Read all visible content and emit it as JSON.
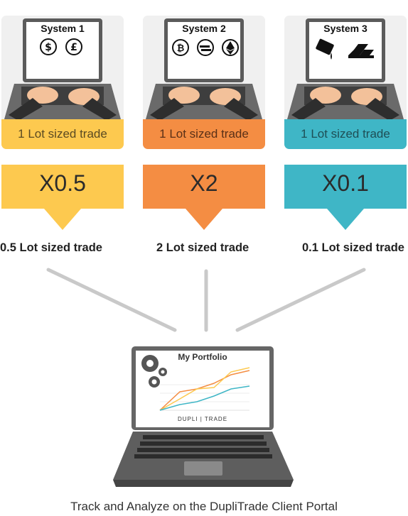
{
  "systems": [
    {
      "label": "System 1",
      "lot_label": "1 Lot sized trade",
      "multiplier": "X0.5",
      "result": "0.5 Lot sized trade",
      "icons": [
        "dollar-icon",
        "pound-icon"
      ],
      "color": "#fdc94f"
    },
    {
      "label": "System 2",
      "lot_label": "1 Lot sized trade",
      "multiplier": "X2",
      "result": "2 Lot sized trade",
      "icons": [
        "bitcoin-icon",
        "dash-icon",
        "ethereum-icon"
      ],
      "color": "#f48d43"
    },
    {
      "label": "System 3",
      "lot_label": "1 Lot sized trade",
      "multiplier": "X0.1",
      "result": "0.1 Lot sized trade",
      "icons": [
        "oil-barrel-icon",
        "gold-bars-icon"
      ],
      "color": "#3fb6c6"
    }
  ],
  "portfolio": {
    "title": "My Portfolio",
    "brand": "DUPLI | TRADE"
  },
  "caption": "Track and Analyze on the DupliTrade Client Portal",
  "colors": {
    "gray": "#c9c9c9",
    "laptop_dark": "#5a5a5a"
  }
}
